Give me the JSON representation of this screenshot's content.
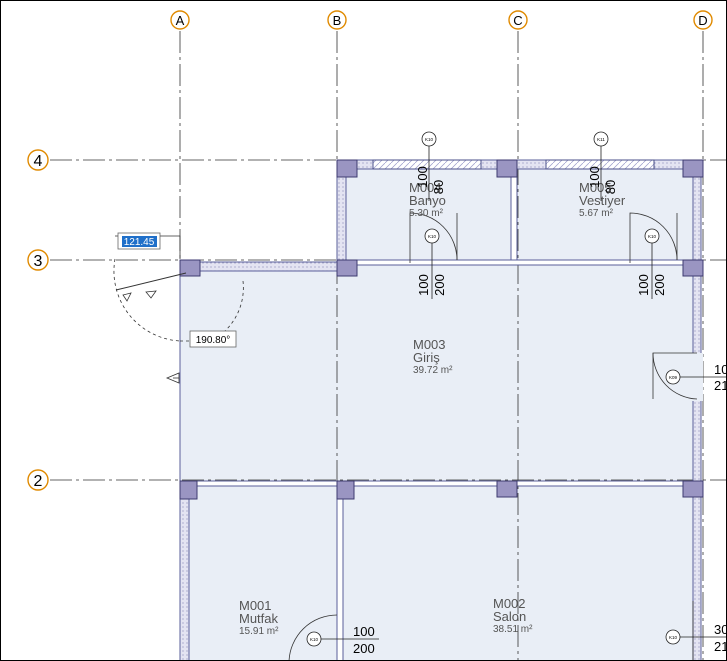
{
  "grid": {
    "columns": [
      "A",
      "B",
      "C",
      "D"
    ],
    "rows": [
      "4",
      "3",
      "2"
    ]
  },
  "colors": {
    "grid_bubble": "#e08a00",
    "room_fill": "#e9eef6",
    "wall": "#5a5f9a",
    "column": "#9a95c2",
    "selection": "#1f6fc9"
  },
  "rooms": [
    {
      "code": "M004",
      "name": "Banyo",
      "area": "5.30 m²"
    },
    {
      "code": "M005",
      "name": "Vestiyer",
      "area": "5.67 m²"
    },
    {
      "code": "M003",
      "name": "Giriş",
      "area": "39.72 m²"
    },
    {
      "code": "M001",
      "name": "Mutfak",
      "area": "15.91 m²"
    },
    {
      "code": "M002",
      "name": "Salon",
      "area": "38.51 m²"
    }
  ],
  "window_tags": [
    {
      "tag": "K10",
      "w": "100",
      "h": "80"
    },
    {
      "tag": "K11",
      "w": "100",
      "h": "80"
    }
  ],
  "door_tags": [
    {
      "tag": "K10",
      "w": "100",
      "h": "200"
    },
    {
      "tag": "K10",
      "w": "100",
      "h": "200"
    },
    {
      "tag": "K09",
      "w": "10",
      "h": "21"
    },
    {
      "tag": "K10",
      "w": "100",
      "h": "200"
    },
    {
      "tag": "K10",
      "w": "30",
      "h": "21"
    }
  ],
  "edit": {
    "length_value": "121.45",
    "angle_value": "190.80°"
  }
}
